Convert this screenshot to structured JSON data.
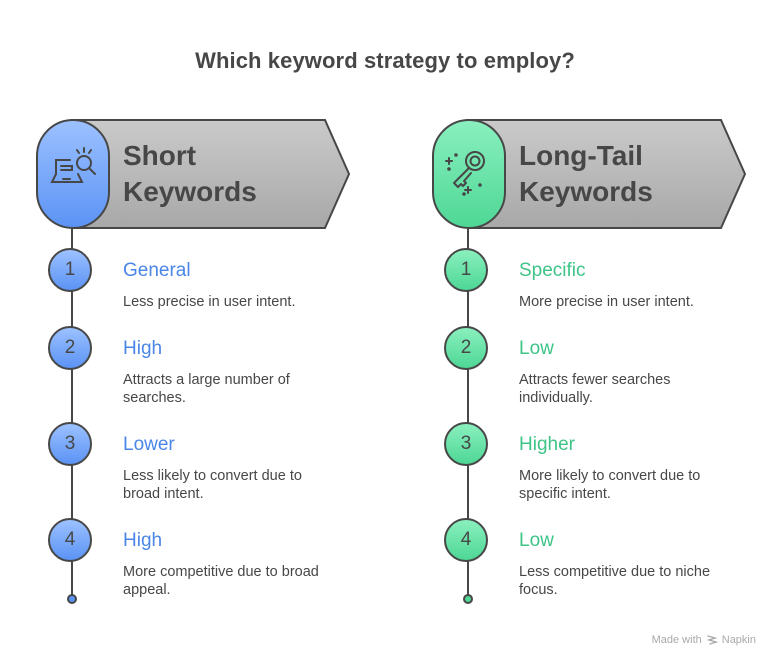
{
  "title": "Which keyword strategy to employ?",
  "colors": {
    "text": "#474747",
    "blue_accent": "#4a86e8",
    "blue_fill_top": "#9cc1ff",
    "blue_fill_bottom": "#5b93f5",
    "green_accent": "#3ec487",
    "green_fill_top": "#8af0bf",
    "green_fill_bottom": "#4ed795",
    "arrow_fill": "#b8b8b8"
  },
  "columns": [
    {
      "id": "short",
      "title_line1": "Short",
      "title_line2": "Keywords",
      "icon": "laptop-search-icon",
      "steps": [
        {
          "number": "1",
          "label": "General",
          "desc": "Less precise in user intent."
        },
        {
          "number": "2",
          "label": "High",
          "desc": "Attracts a large number of searches."
        },
        {
          "number": "3",
          "label": "Lower",
          "desc": "Less likely to convert due to broad intent."
        },
        {
          "number": "4",
          "label": "High",
          "desc": "More competitive due to broad appeal."
        }
      ]
    },
    {
      "id": "long-tail",
      "title_line1": "Long-Tail",
      "title_line2": "Keywords",
      "icon": "key-sparkle-icon",
      "steps": [
        {
          "number": "1",
          "label": "Specific",
          "desc": "More precise in user intent."
        },
        {
          "number": "2",
          "label": "Low",
          "desc": "Attracts fewer searches individually."
        },
        {
          "number": "3",
          "label": "Higher",
          "desc": "More likely to convert due to specific intent."
        },
        {
          "number": "4",
          "label": "Low",
          "desc": "Less competitive due to niche focus."
        }
      ]
    }
  ],
  "footer": {
    "made_with": "Made with",
    "brand": "Napkin",
    "icon": "napkin-logo-icon"
  }
}
